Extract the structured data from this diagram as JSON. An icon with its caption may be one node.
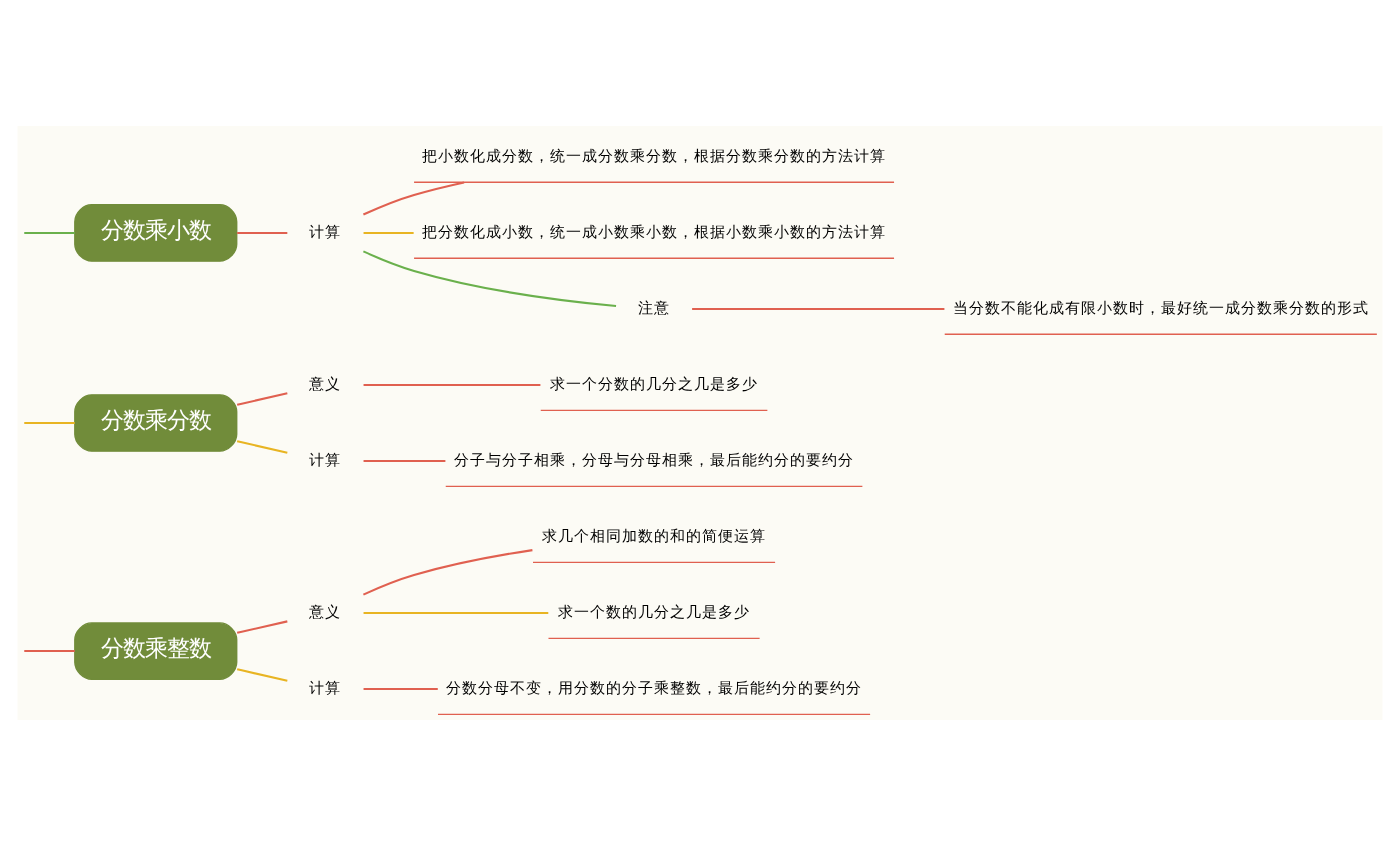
{
  "diagram": {
    "nodes": [
      {
        "text": [
          "分数乘整数"
        ]
      },
      {
        "text": [
          "意义"
        ]
      },
      {
        "text": [
          "求几个相同加数的和的简便运算"
        ]
      },
      {
        "text": [
          "求一个数的几分之几是多少"
        ]
      },
      {
        "text": [
          "计算"
        ]
      },
      {
        "text": [
          "分数分母不变，用分数的分子乘整数，最后能约分的要约分"
        ]
      },
      {
        "text": [
          "分数乘分数"
        ]
      },
      {
        "text": [
          "意义"
        ]
      },
      {
        "text": [
          "求一个分数的几分之几是多少"
        ]
      },
      {
        "text": [
          "计算"
        ]
      },
      {
        "text": [
          "分子与分子相乘，分母与分母相乘，最后能约分的要约分"
        ]
      },
      {
        "text": [
          "分数乘小数"
        ]
      },
      {
        "text": [
          "计算"
        ]
      },
      {
        "text": [
          "把小数化成分数，统一成分数乘分数，根据分数乘分数的方法计算"
        ]
      },
      {
        "text": [
          "把分数化成小数，统一成小数乘小数，根据小数乘小数的方法计算"
        ]
      },
      {
        "text": [
          "注意"
        ]
      },
      {
        "text": [
          "当分数不能化成有限小数时，最好统一成分数乘分数的形式"
        ]
      }
    ],
    "edges": [
      {
        "from": null,
        "to": 0,
        "arrow": "none"
      },
      {
        "from": 0,
        "to": 1,
        "arrow": "none"
      },
      {
        "from": 1,
        "to": 2,
        "arrow": "none"
      },
      {
        "from": 1,
        "to": 3,
        "arrow": "none",
        "color": "#e8b422"
      },
      {
        "from": 0,
        "to": 4,
        "arrow": "none",
        "color": "#e8b422"
      },
      {
        "from": 4,
        "to": 5,
        "arrow": "none"
      },
      {
        "from": null,
        "to": 6,
        "arrow": "none",
        "color": "#e8b422"
      },
      {
        "from": 6,
        "to": 7,
        "arrow": "none"
      },
      {
        "from": 7,
        "to": 8,
        "arrow": "none"
      },
      {
        "from": 6,
        "to": 9,
        "arrow": "none",
        "color": "#e8b422"
      },
      {
        "from": 9,
        "to": 10,
        "arrow": "none"
      },
      {
        "from": null,
        "to": 11,
        "arrow": "none",
        "color": "#6ab04c"
      },
      {
        "from": 11,
        "to": 12,
        "arrow": "none"
      },
      {
        "from": 12,
        "to": 13,
        "arrow": "none"
      },
      {
        "from": 12,
        "to": 14,
        "arrow": "none",
        "color": "#e8b422"
      },
      {
        "from": 12,
        "to": 15,
        "arrow": "none",
        "color": "#6ab04c"
      },
      {
        "from": 15,
        "to": 16,
        "arrow": "none"
      }
    ]
  }
}
